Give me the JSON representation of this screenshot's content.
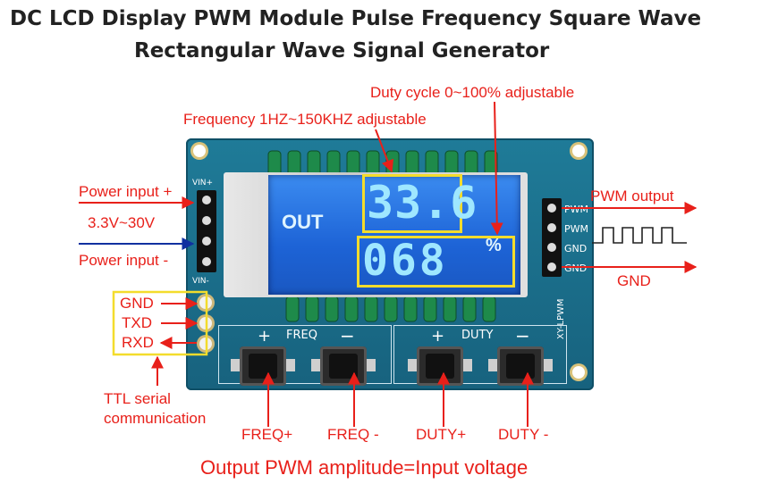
{
  "title": {
    "line1": "DC LCD Display PWM Module Pulse Frequency Square Wave",
    "line2": "Rectangular Wave Signal Generator"
  },
  "callouts": {
    "duty_cycle": "Duty cycle 0~100% adjustable",
    "frequency": "Frequency 1HZ~150KHZ adjustable",
    "power_input_plus": "Power input +",
    "voltage_range": "3.3V~30V",
    "power_input_minus": "Power input -",
    "pwm_output": "PWM output",
    "gnd_out": "GND",
    "ttl": "TTL serial communication",
    "output_note": "Output PWM amplitude=Input voltage"
  },
  "left_pins": [
    "GND",
    "TXD",
    "RXD"
  ],
  "buttons": [
    "FREQ+",
    "FREQ -",
    "DUTY+",
    "DUTY -"
  ],
  "board": {
    "vin_plus": "VIN+",
    "vin_minus": "VIN-",
    "right_pins": [
      "PWM",
      "PWM",
      "GND",
      "GND"
    ],
    "freq_label": "FREQ",
    "duty_label": "DUTY",
    "plus": "+",
    "minus": "−",
    "model": "XY-LPWM"
  },
  "lcd": {
    "out_label": "OUT",
    "freq_value": "33.6",
    "duty_value": "068",
    "percent": "%"
  },
  "colors": {
    "arrow_red": "#e8201a",
    "arrow_blue": "#1030a0",
    "board": "#1b6e8c",
    "lcd": "#1e6fe0",
    "highlight": "#f3dc2c"
  }
}
